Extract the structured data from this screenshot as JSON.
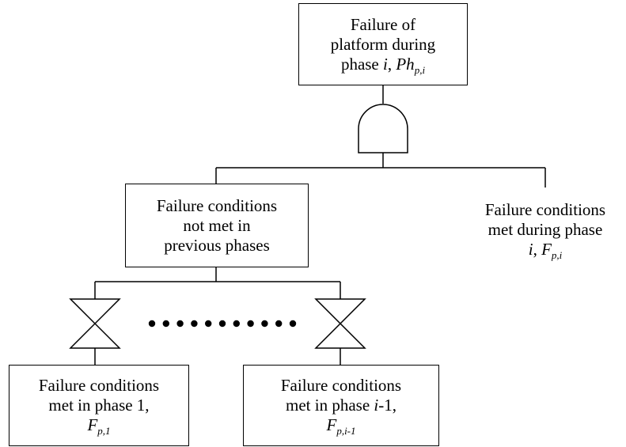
{
  "colors": {
    "stroke": "#000000",
    "background": "#ffffff"
  },
  "nodes": {
    "top_event": {
      "line1": "Failure of",
      "line2": "platform during",
      "line3_prefix": "phase ",
      "line3_var": "i",
      "line3_sep": ", ",
      "line3_sym": "Ph",
      "line3_sub": "p,i"
    },
    "prev_phases": {
      "line1": "Failure conditions",
      "line2": "not met in",
      "line3": "previous phases"
    },
    "current_phase": {
      "line1": "Failure conditions",
      "line2": "met during phase",
      "line3_var": "i",
      "line3_sep": ", ",
      "line3_sym": "F",
      "line3_sub": "p,i"
    },
    "phase_1": {
      "line1": "Failure conditions",
      "line2": "met in phase 1,",
      "line3_sym": "F",
      "line3_sub": "p,1"
    },
    "phase_i_minus_1": {
      "line1": "Failure conditions",
      "line2_prefix": "met in phase ",
      "line2_var": "i",
      "line2_suffix": "-1,",
      "line3_sym": "F",
      "line3_sub": "p,i-1"
    }
  },
  "gates": [
    "and-gate",
    "transfer-gate",
    "transfer-gate"
  ],
  "ellipsis_dots": 11
}
